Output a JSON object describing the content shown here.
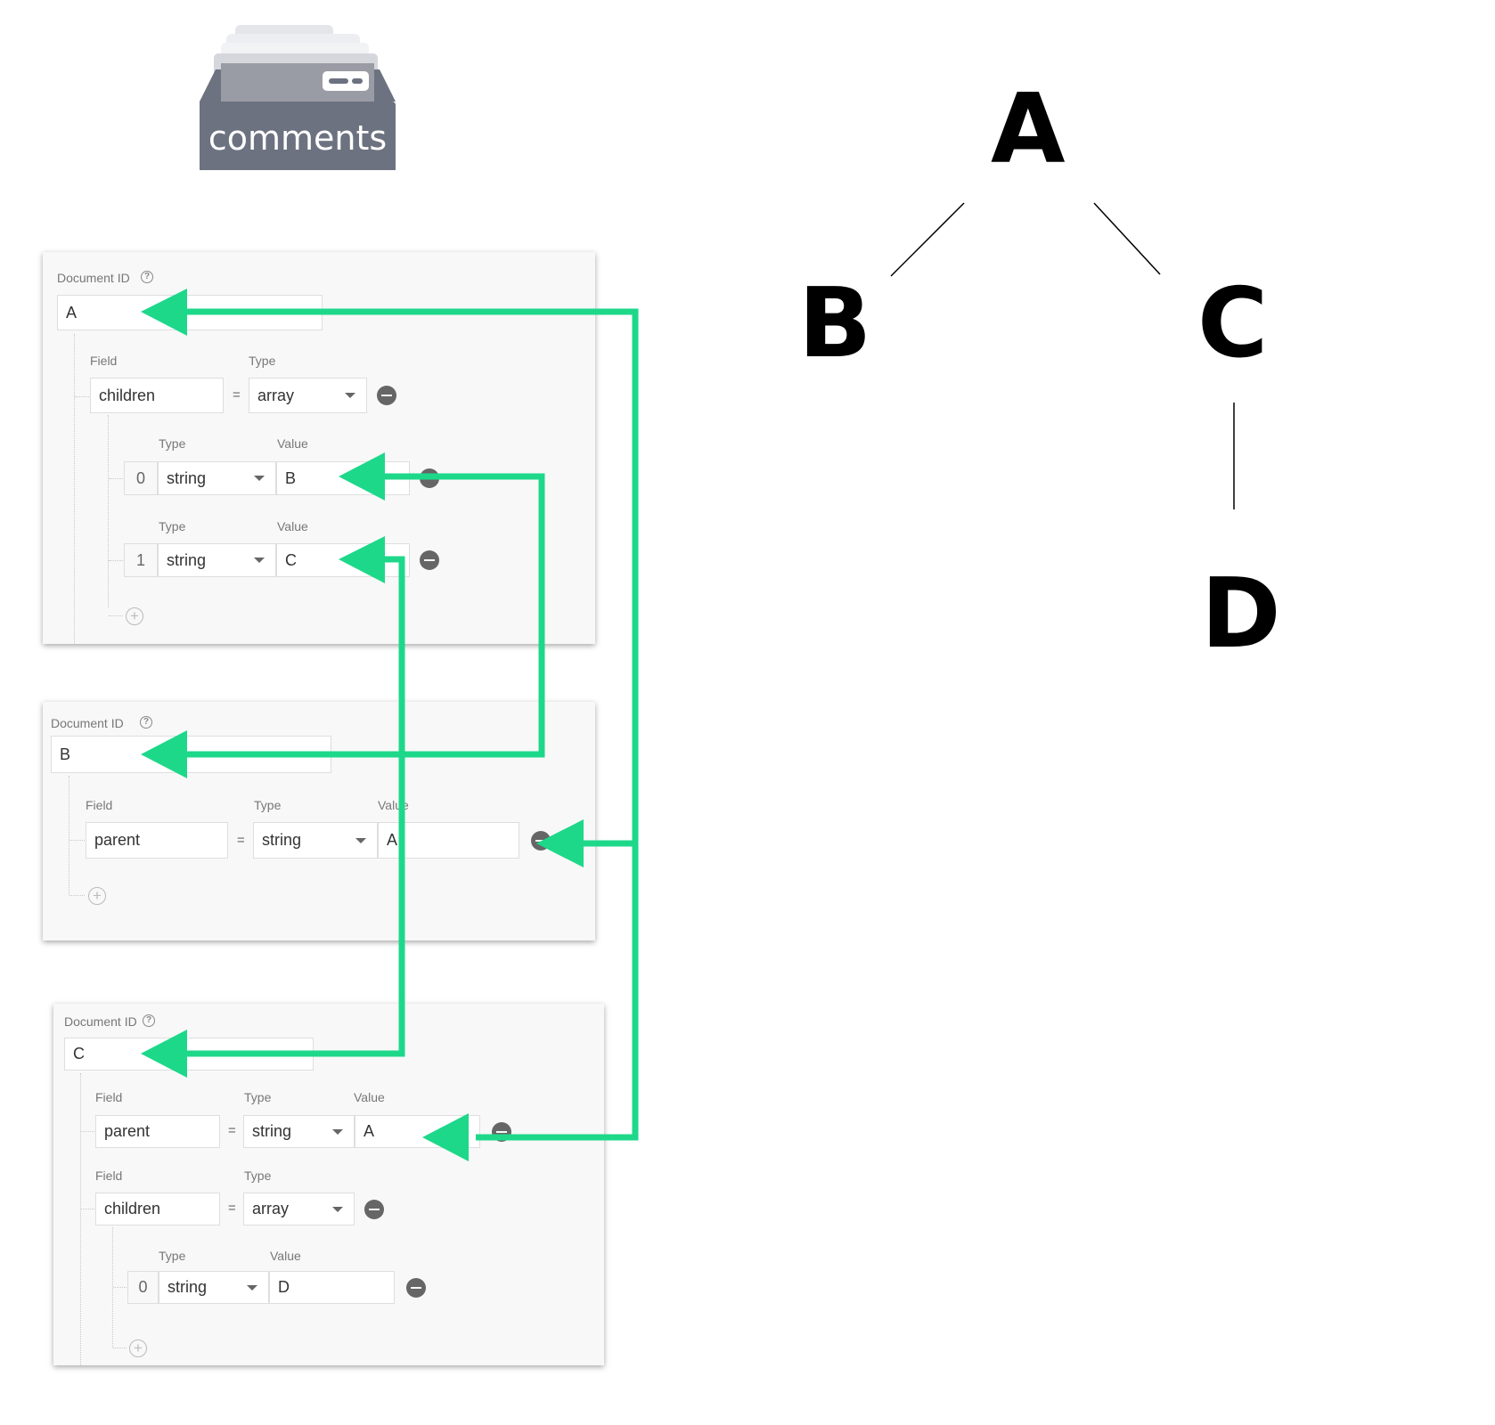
{
  "collection": {
    "name": "comments"
  },
  "tree": {
    "nodes": [
      "A",
      "B",
      "C",
      "D"
    ]
  },
  "documents": [
    {
      "id_label": "Document ID",
      "id": "A",
      "fields": [
        {
          "field_label": "Field",
          "type_label": "Type",
          "name": "children",
          "type": "array",
          "items": [
            {
              "type_label": "Type",
              "value_label": "Value",
              "index": "0",
              "type": "string",
              "value": "B"
            },
            {
              "type_label": "Type",
              "value_label": "Value",
              "index": "1",
              "type": "string",
              "value": "C"
            }
          ]
        }
      ]
    },
    {
      "id_label": "Document ID",
      "id": "B",
      "fields": [
        {
          "field_label": "Field",
          "type_label": "Type",
          "value_label": "Value",
          "name": "parent",
          "type": "string",
          "value": "A"
        }
      ]
    },
    {
      "id_label": "Document ID",
      "id": "C",
      "fields": [
        {
          "field_label": "Field",
          "type_label": "Type",
          "value_label": "Value",
          "name": "parent",
          "type": "string",
          "value": "A"
        },
        {
          "field_label": "Field",
          "type_label": "Type",
          "name": "children",
          "type": "array",
          "items": [
            {
              "type_label": "Type",
              "value_label": "Value",
              "index": "0",
              "type": "string",
              "value": "D"
            }
          ]
        }
      ]
    }
  ],
  "colors": {
    "arrow": "#1ed88a",
    "icon": "#6d7280"
  }
}
